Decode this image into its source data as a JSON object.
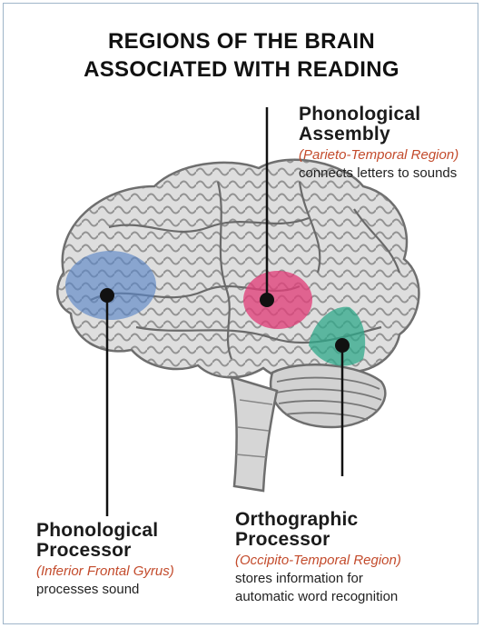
{
  "title": {
    "line1": "REGIONS OF THE BRAIN",
    "line2": "ASSOCIATED WITH READING"
  },
  "regions": {
    "phonological_assembly": {
      "head1": "Phonological",
      "head2": "Assembly",
      "region": "(Parieto-Temporal Region)",
      "description": "connects letters to sounds",
      "color": "#e0407a"
    },
    "phonological_processor": {
      "head1": "Phonological",
      "head2": "Processor",
      "region": "(Inferior Frontal Gyrus)",
      "description": "processes sound",
      "color": "#5b86c6"
    },
    "orthographic_processor": {
      "head1": "Orthographic",
      "head2": "Processor",
      "region": "(Occipito-Temporal Region)",
      "description1": "stores information for",
      "description2": "automatic word recognition",
      "color": "#2fa88a"
    }
  },
  "colors": {
    "brain_fill": "#d8d8d8",
    "brain_stroke": "#6e6e6e",
    "pointer": "#111111",
    "frame_border": "#9fb5c9",
    "region_label": "#c34b2c"
  }
}
